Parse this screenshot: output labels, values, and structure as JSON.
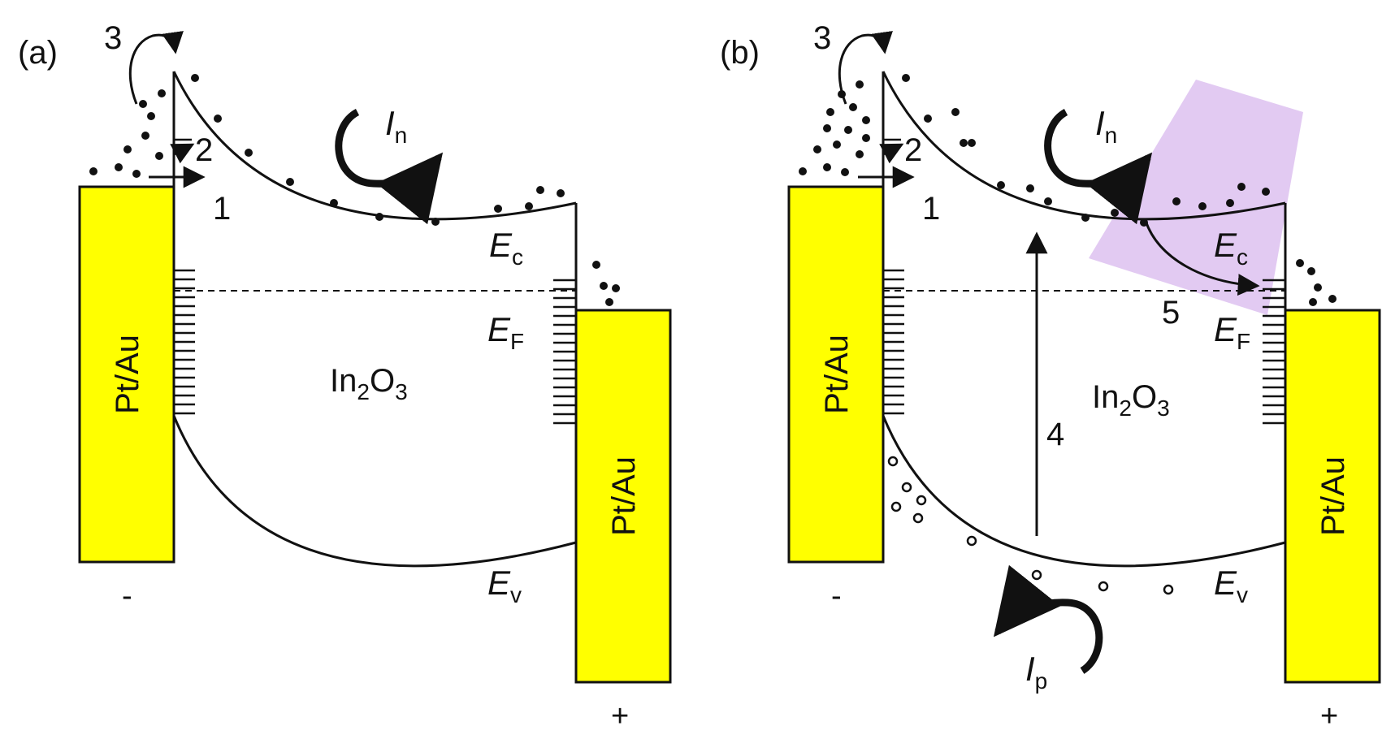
{
  "panels": [
    {
      "id": "a",
      "panel_label": "(a)",
      "left_electrode": "Pt/Au",
      "right_electrode": "Pt/Au",
      "semiconductor": {
        "base": "In",
        "sub1": "2",
        "mid": "O",
        "sub2": "3"
      },
      "process_labels": [
        "1",
        "2",
        "3"
      ],
      "band_labels": {
        "Ec": {
          "symbol": "E",
          "sub": "c"
        },
        "EF": {
          "symbol": "E",
          "sub": "F"
        },
        "Ev": {
          "symbol": "E",
          "sub": "v"
        }
      },
      "current_label": {
        "symbol": "I",
        "sub": "n"
      },
      "polarity": {
        "left": "-",
        "right": "+"
      }
    },
    {
      "id": "b",
      "panel_label": "(b)",
      "left_electrode": "Pt/Au",
      "right_electrode": "Pt/Au",
      "semiconductor": {
        "base": "In",
        "sub1": "2",
        "mid": "O",
        "sub2": "3"
      },
      "process_labels": [
        "1",
        "2",
        "3",
        "4",
        "5"
      ],
      "band_labels": {
        "Ec": {
          "symbol": "E",
          "sub": "c"
        },
        "EF": {
          "symbol": "E",
          "sub": "F"
        },
        "Ev": {
          "symbol": "E",
          "sub": "v"
        }
      },
      "current_label": {
        "symbol": "I",
        "sub": "n"
      },
      "hole_current_label": {
        "symbol": "I",
        "sub": "p"
      },
      "polarity": {
        "left": "-",
        "right": "+"
      }
    }
  ],
  "colors": {
    "electrode_fill": "#ffff00",
    "line": "#111111",
    "illumination": "#d8b8ee"
  }
}
